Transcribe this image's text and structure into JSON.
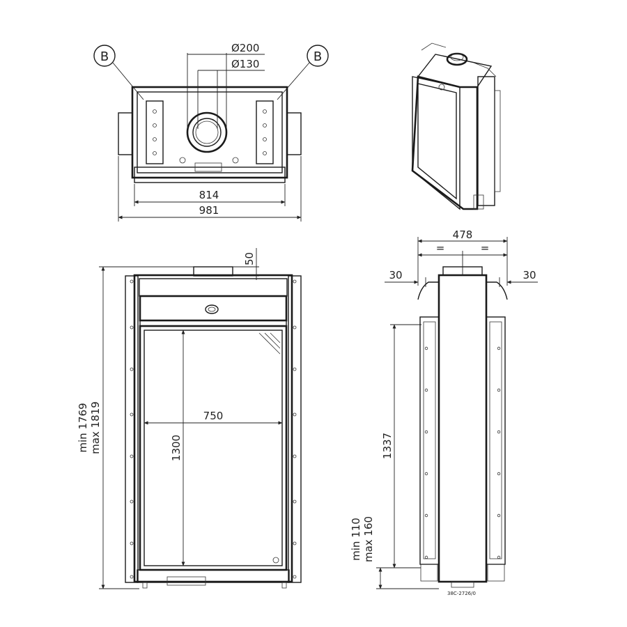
{
  "top_view": {
    "callout_left": "B",
    "callout_right": "B",
    "dim_outer_diameter": "Ø200",
    "dim_inner_diameter": "Ø130",
    "dim_inner_width": "814",
    "dim_outer_width": "981"
  },
  "front_view": {
    "dim_top_offset": "50",
    "dim_glass_width": "750",
    "dim_glass_height": "1300",
    "dim_height_min": "min 1769",
    "dim_height_max": "max 1819"
  },
  "side_view": {
    "dim_depth": "478",
    "eq_left": "=",
    "eq_right": "=",
    "dim_side_left": "30",
    "dim_side_right": "30",
    "dim_height": "1337",
    "dim_bottom_min": "min 110",
    "dim_bottom_max": "max 160",
    "drawing_code": "38C-2726/0"
  }
}
